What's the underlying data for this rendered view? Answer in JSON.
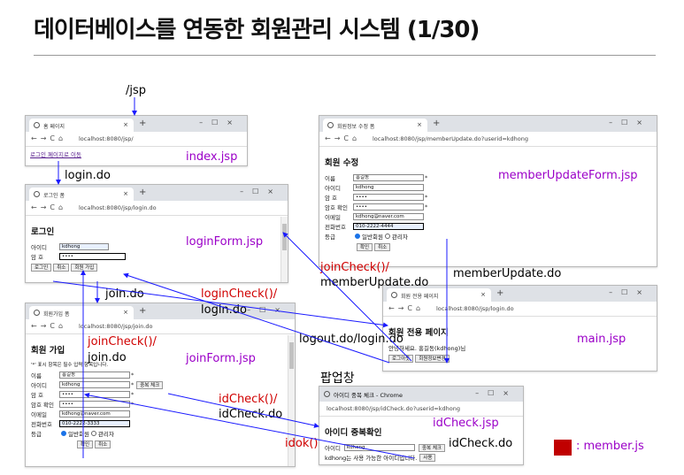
{
  "slide": {
    "title": "데이터베이스를 연동한 회원관리 시스템 (1/30)"
  },
  "labels": {
    "jsp_path": "/jsp",
    "login_do_1": "login.do",
    "join_do_1": "join.do",
    "login_check_1": "loginCheck()/",
    "login_do_2": "login.do",
    "join_check_1": "joinCheck()/",
    "join_do_2": "join.do",
    "join_check_2": "joinCheck()/",
    "member_update_do_1": "memberUpdate.do",
    "member_update_do_2": "memberUpdate.do",
    "logout_login_do": "logout.do/login.do",
    "popup": "팝업창",
    "id_check_1": "idCheck()/",
    "id_check_do_1": "idCheck.do",
    "idok": "idok()",
    "id_check_do_2": "idCheck.do",
    "legend": ": member.js"
  },
  "files": {
    "index": "index.jsp",
    "login_form": "loginForm.jsp",
    "join_form": "joinForm.jsp",
    "member_update_form": "memberUpdateForm.jsp",
    "main": "main.jsp",
    "id_check": "idCheck.jsp"
  },
  "colors": {
    "accent_red": "#d00000",
    "file_purple": "#9b00c8",
    "arrow_blue": "#1a1aff",
    "legend_red": "#c00000"
  },
  "win_index": {
    "tab": "홈 페이지",
    "url": "localhost:8080/jsp/",
    "link": "로그인 페이지로 이동"
  },
  "win_login": {
    "tab": "로그인 폼",
    "url": "localhost:8080/jsp/login.do",
    "heading": "로그인",
    "id_label": "아이디",
    "id_value": "kdhong",
    "pw_label": "암 호",
    "pw_value": "••••",
    "btn_login": "로그인",
    "btn_cancel": "취소",
    "btn_join": "회원 가입"
  },
  "win_join": {
    "tab": "회원가입 폼",
    "url": "localhost:8080/jsp/join.do",
    "heading": "회원 가입",
    "note": "'*' 표시 항목은 필수 입력 항목입니다.",
    "name_label": "이름",
    "name_value": "홍길동",
    "id_label": "아이디",
    "id_value": "kdhong",
    "btn_idcheck": "중복 체크",
    "pw_label": "암 호",
    "pw_value": "••••",
    "pw2_label": "암호 확인",
    "pw2_value": "••••",
    "email_label": "이메일",
    "email_value": "kdhong@naver.com",
    "phone_label": "전화번호",
    "phone_value": "010-2222-3333",
    "grade_label": "등급",
    "grade_opt1": "일반회원",
    "grade_opt2": "관리자",
    "btn_ok": "확인",
    "btn_cancel": "취소"
  },
  "win_update": {
    "tab": "회원정보 수정 폼",
    "url": "localhost:8080/jsp/memberUpdate.do?userid=kdhong",
    "heading": "회원 수정",
    "name_label": "이름",
    "name_value": "홍길동",
    "id_label": "아이디",
    "id_value": "kdhong",
    "pw_label": "암 호",
    "pw_value": "••••",
    "pw2_label": "암호 확인",
    "pw2_value": "••••",
    "email_label": "이메일",
    "email_value": "kdhong@naver.com",
    "phone_label": "전화번호",
    "phone_value": "010-2222-4444",
    "grade_label": "등급",
    "grade_opt1": "일반회원",
    "grade_opt2": "관리자",
    "btn_ok": "확인",
    "btn_cancel": "취소"
  },
  "win_main": {
    "tab": "회원 전용 페이지",
    "url": "localhost:8080/jsp/login.do",
    "heading": "회원 전용 페이지",
    "greeting": "안녕하세요. 홍길동(kdhong)님",
    "btn_logout": "로그아웃",
    "btn_edit": "회원정보변경"
  },
  "win_popup": {
    "title": "아이디 중복 체크 - Chrome",
    "url": "localhost:8080/jsp/idCheck.do?userid=kdhong",
    "heading": "아이디 중복확인",
    "id_label": "아이디",
    "id_value": "kdhong",
    "btn_check": "중복 체크",
    "result": "kdhong는 사용 가능한 아이디입니다.",
    "btn_use": "사용"
  }
}
